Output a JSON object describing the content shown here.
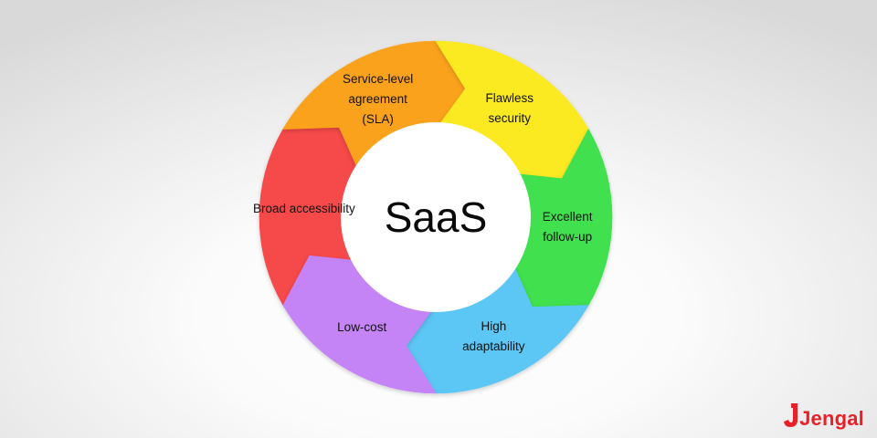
{
  "diagram": {
    "center_label": "SaaS",
    "segments": [
      {
        "id": "broad-accessibility",
        "lines": [
          "Broad accessibility"
        ],
        "color": "#f64848"
      },
      {
        "id": "sla",
        "lines": [
          "Service-level",
          "agreement",
          "(SLA)"
        ],
        "color": "#fba21c"
      },
      {
        "id": "flawless-security",
        "lines": [
          "Flawless",
          "security"
        ],
        "color": "#fbea20"
      },
      {
        "id": "excellent-follow-up",
        "lines": [
          "Excellent",
          "follow-up"
        ],
        "color": "#3fe04f"
      },
      {
        "id": "high-adaptability",
        "lines": [
          "High",
          "adaptability"
        ],
        "color": "#5bc6f5"
      },
      {
        "id": "low-cost",
        "lines": [
          "Low-cost"
        ],
        "color": "#c484f6"
      }
    ]
  },
  "brand": {
    "name": "Jengal",
    "color": "#e8202a"
  }
}
